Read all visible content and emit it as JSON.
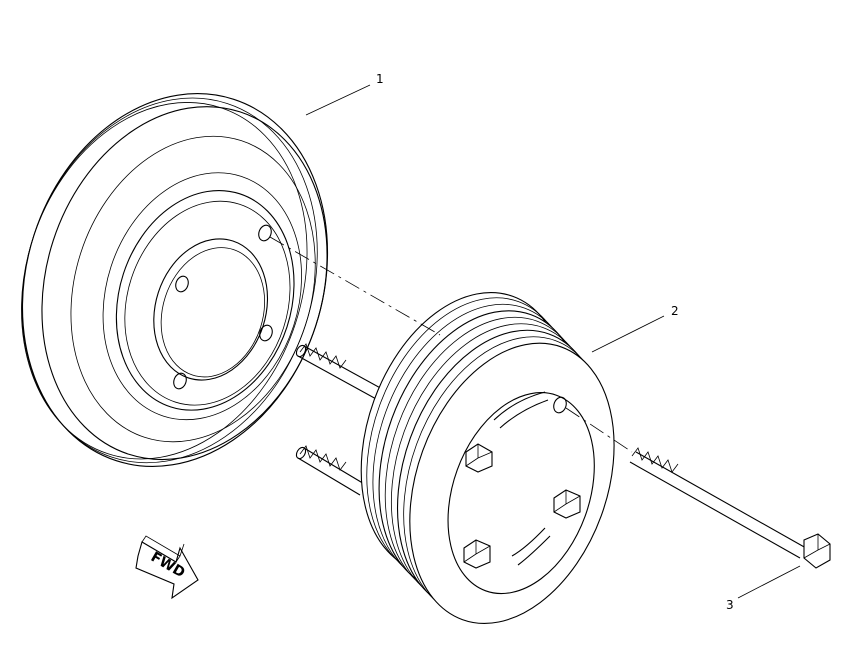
{
  "callouts": {
    "part1": "1",
    "part2": "2",
    "part3": "3"
  },
  "fwd_indicator": {
    "label": "FWD",
    "icon": "forward-arrow-icon"
  },
  "colors": {
    "line": "#000000",
    "background": "#ffffff"
  }
}
